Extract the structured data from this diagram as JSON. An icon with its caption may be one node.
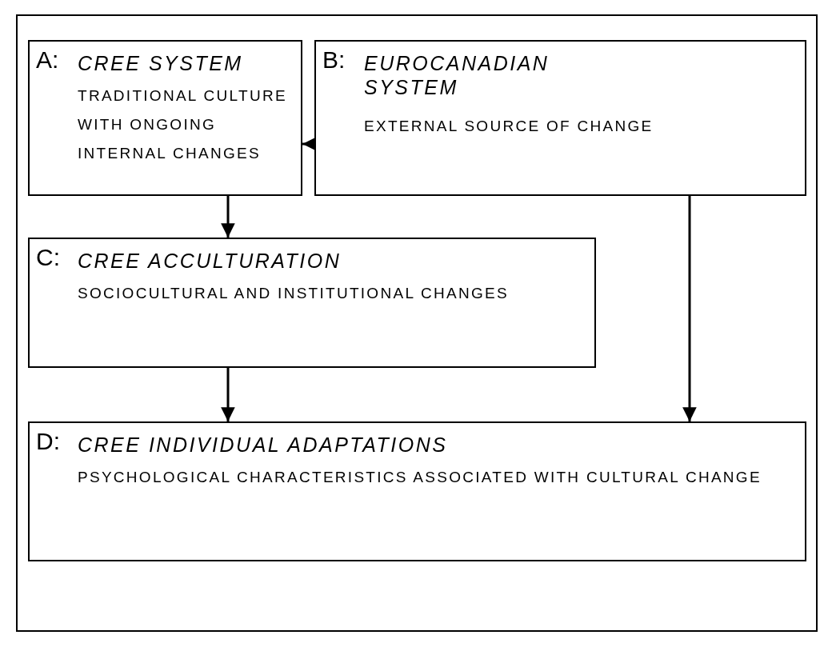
{
  "diagram": {
    "nodes": [
      {
        "text": [
          "A:",
          "CREE SYSTEM",
          "TRADITIONAL CULTURE WITH ONGOING INTERNAL CHANGES"
        ]
      },
      {
        "text": [
          "B:",
          "EUROCANADIAN SYSTEM",
          "EXTERNAL SOURCE OF CHANGE"
        ]
      },
      {
        "text": [
          "C:",
          "CREE ACCULTURATION",
          "SOCIOCULTURAL AND INSTITUTIONAL CHANGES"
        ]
      },
      {
        "text": [
          "D:",
          "CREE INDIVIDUAL ADAPTATIONS",
          "PSYCHOLOGICAL CHARACTERISTICS ASSOCIATED WITH CULTURAL CHANGE"
        ]
      }
    ],
    "edges": [
      {
        "from": 1,
        "to": 0,
        "arrow": "to"
      },
      {
        "from": 0,
        "to": 2,
        "arrow": "to"
      },
      {
        "from": 2,
        "to": 3,
        "arrow": "to"
      },
      {
        "from": 1,
        "to": 3,
        "arrow": "to"
      }
    ]
  }
}
